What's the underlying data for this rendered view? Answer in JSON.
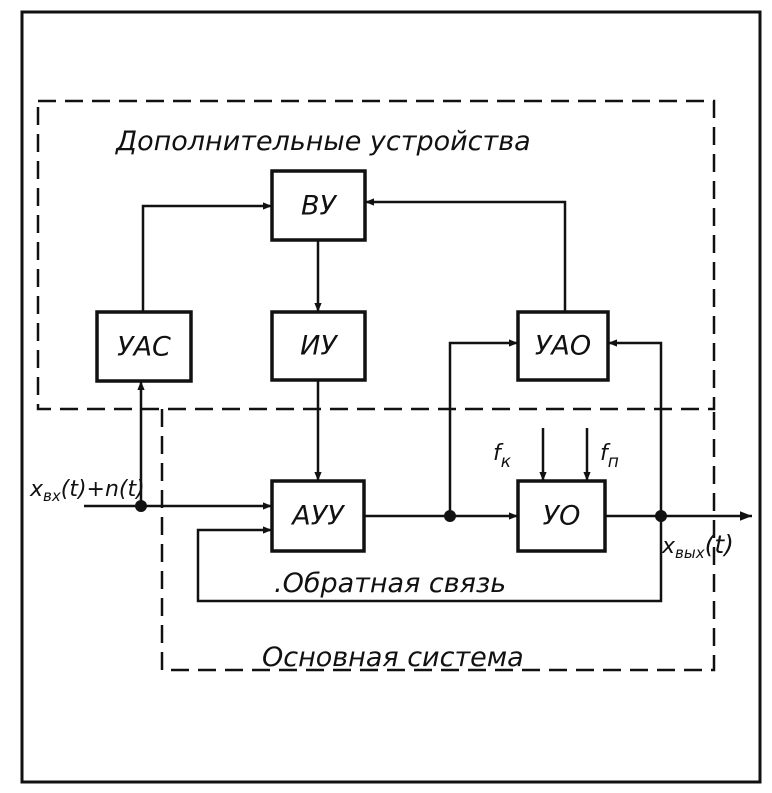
{
  "regions": {
    "additional_devices": "Дополнительные устройства",
    "main_system": "Основная система",
    "feedback": ".Обратная связь"
  },
  "blocks": {
    "vu": "ВУ",
    "uas": "УАС",
    "iu": "ИУ",
    "uao": "УАО",
    "auu": "АУУ",
    "uo": "УО"
  },
  "signals": {
    "input": {
      "base": "x",
      "sub": "вх",
      "rest": "(t)+n(t)"
    },
    "output": {
      "base": "x",
      "sub": "вых",
      "rest": "(t)"
    },
    "fk": {
      "base": "f",
      "sub": "к"
    },
    "fp": {
      "base": "f",
      "sub": "п"
    }
  }
}
